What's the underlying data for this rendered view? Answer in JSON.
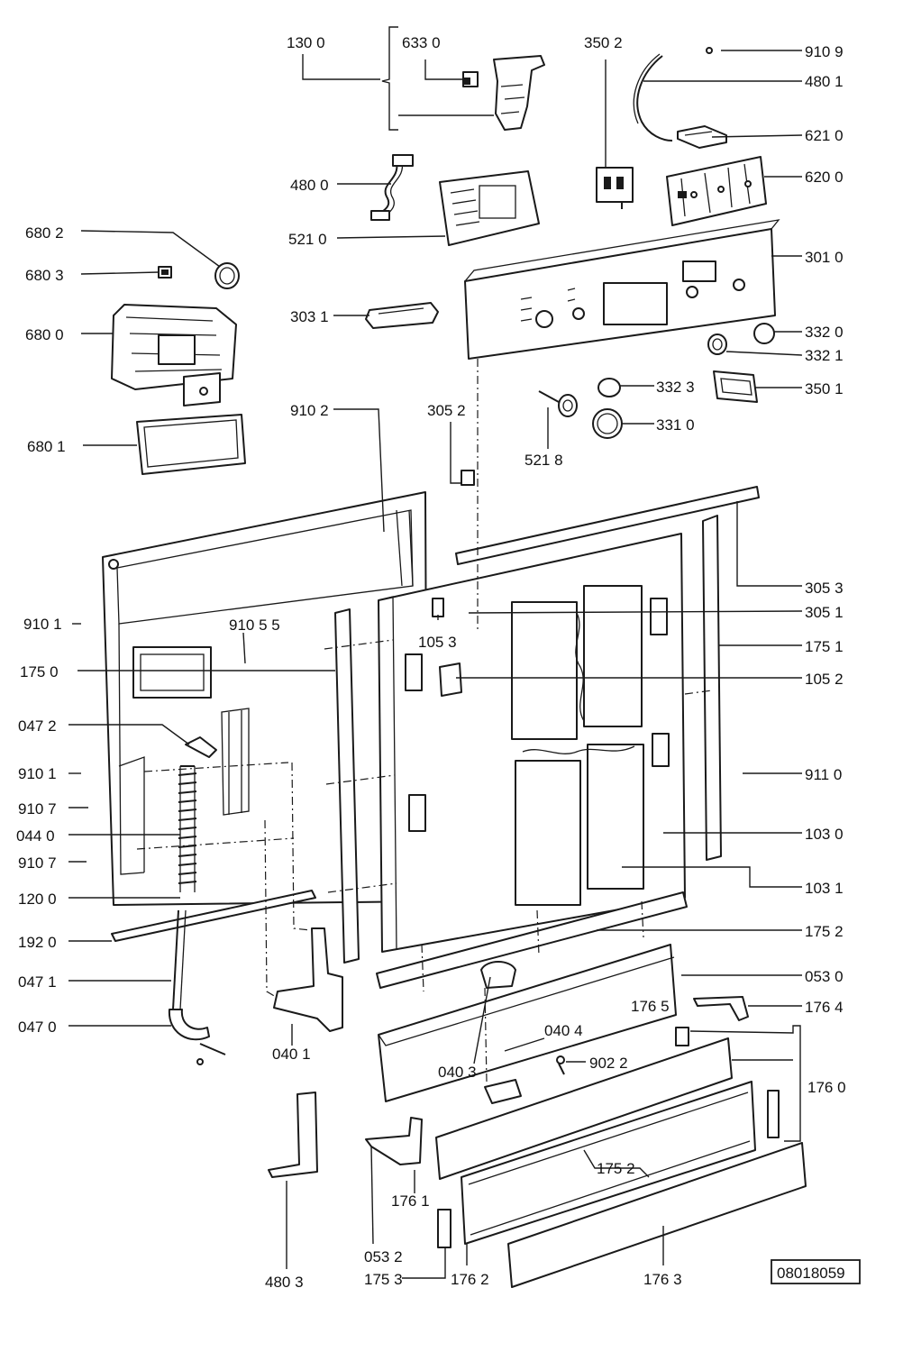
{
  "diagram": {
    "document_number": "08018059",
    "labels": [
      {
        "id": "l-1300",
        "text": "130 0"
      },
      {
        "id": "l-6330",
        "text": "633 0"
      },
      {
        "id": "l-3502",
        "text": "350 2"
      },
      {
        "id": "l-9109",
        "text": "910 9"
      },
      {
        "id": "l-4801",
        "text": "480 1"
      },
      {
        "id": "l-6210",
        "text": "621 0"
      },
      {
        "id": "l-6200",
        "text": "620 0"
      },
      {
        "id": "l-4800",
        "text": "480 0"
      },
      {
        "id": "l-5210",
        "text": "521 0"
      },
      {
        "id": "l-6802",
        "text": "680 2"
      },
      {
        "id": "l-6803",
        "text": "680 3"
      },
      {
        "id": "l-6800",
        "text": "680 0"
      },
      {
        "id": "l-6801",
        "text": "680 1"
      },
      {
        "id": "l-3031",
        "text": "303 1"
      },
      {
        "id": "l-3010",
        "text": "301 0"
      },
      {
        "id": "l-3320",
        "text": "332 0"
      },
      {
        "id": "l-3321",
        "text": "332 1"
      },
      {
        "id": "l-3323",
        "text": "332 3"
      },
      {
        "id": "l-3501",
        "text": "350 1"
      },
      {
        "id": "l-3310",
        "text": "331 0"
      },
      {
        "id": "l-5218",
        "text": "521 8"
      },
      {
        "id": "l-9102",
        "text": "910 2"
      },
      {
        "id": "l-3052",
        "text": "305 2"
      },
      {
        "id": "l-3053",
        "text": "305 3"
      },
      {
        "id": "l-3051",
        "text": "305 1"
      },
      {
        "id": "l-9101a",
        "text": "910 1"
      },
      {
        "id": "l-91055",
        "text": "910 5 5"
      },
      {
        "id": "l-1053",
        "text": "105 3"
      },
      {
        "id": "l-1751a",
        "text": "175 1"
      },
      {
        "id": "l-1750",
        "text": "175 0"
      },
      {
        "id": "l-1052",
        "text": "105 2"
      },
      {
        "id": "l-0472",
        "text": "047 2"
      },
      {
        "id": "l-9101b",
        "text": "910 1"
      },
      {
        "id": "l-9110",
        "text": "911 0"
      },
      {
        "id": "l-9107a",
        "text": "910 7"
      },
      {
        "id": "l-0440",
        "text": "044 0"
      },
      {
        "id": "l-1030",
        "text": "103 0"
      },
      {
        "id": "l-9107b",
        "text": "910 7"
      },
      {
        "id": "l-1031",
        "text": "103 1"
      },
      {
        "id": "l-1200",
        "text": "120 0"
      },
      {
        "id": "l-1752a",
        "text": "175 2"
      },
      {
        "id": "l-1920",
        "text": "192 0"
      },
      {
        "id": "l-0530",
        "text": "053 0"
      },
      {
        "id": "l-0471",
        "text": "047 1"
      },
      {
        "id": "l-1765",
        "text": "176 5"
      },
      {
        "id": "l-1764",
        "text": "176 4"
      },
      {
        "id": "l-0470",
        "text": "047 0"
      },
      {
        "id": "l-0404",
        "text": "040 4"
      },
      {
        "id": "l-0401",
        "text": "040 1"
      },
      {
        "id": "l-0403",
        "text": "040 3"
      },
      {
        "id": "l-9022",
        "text": "902 2"
      },
      {
        "id": "l-1760",
        "text": "176 0"
      },
      {
        "id": "l-1752b",
        "text": "175 2"
      },
      {
        "id": "l-1761",
        "text": "176 1"
      },
      {
        "id": "l-0532",
        "text": "053 2"
      },
      {
        "id": "l-1753",
        "text": "175 3"
      },
      {
        "id": "l-1762",
        "text": "176 2"
      },
      {
        "id": "l-1763",
        "text": "176 3"
      },
      {
        "id": "l-4803",
        "text": "480 3"
      }
    ]
  }
}
